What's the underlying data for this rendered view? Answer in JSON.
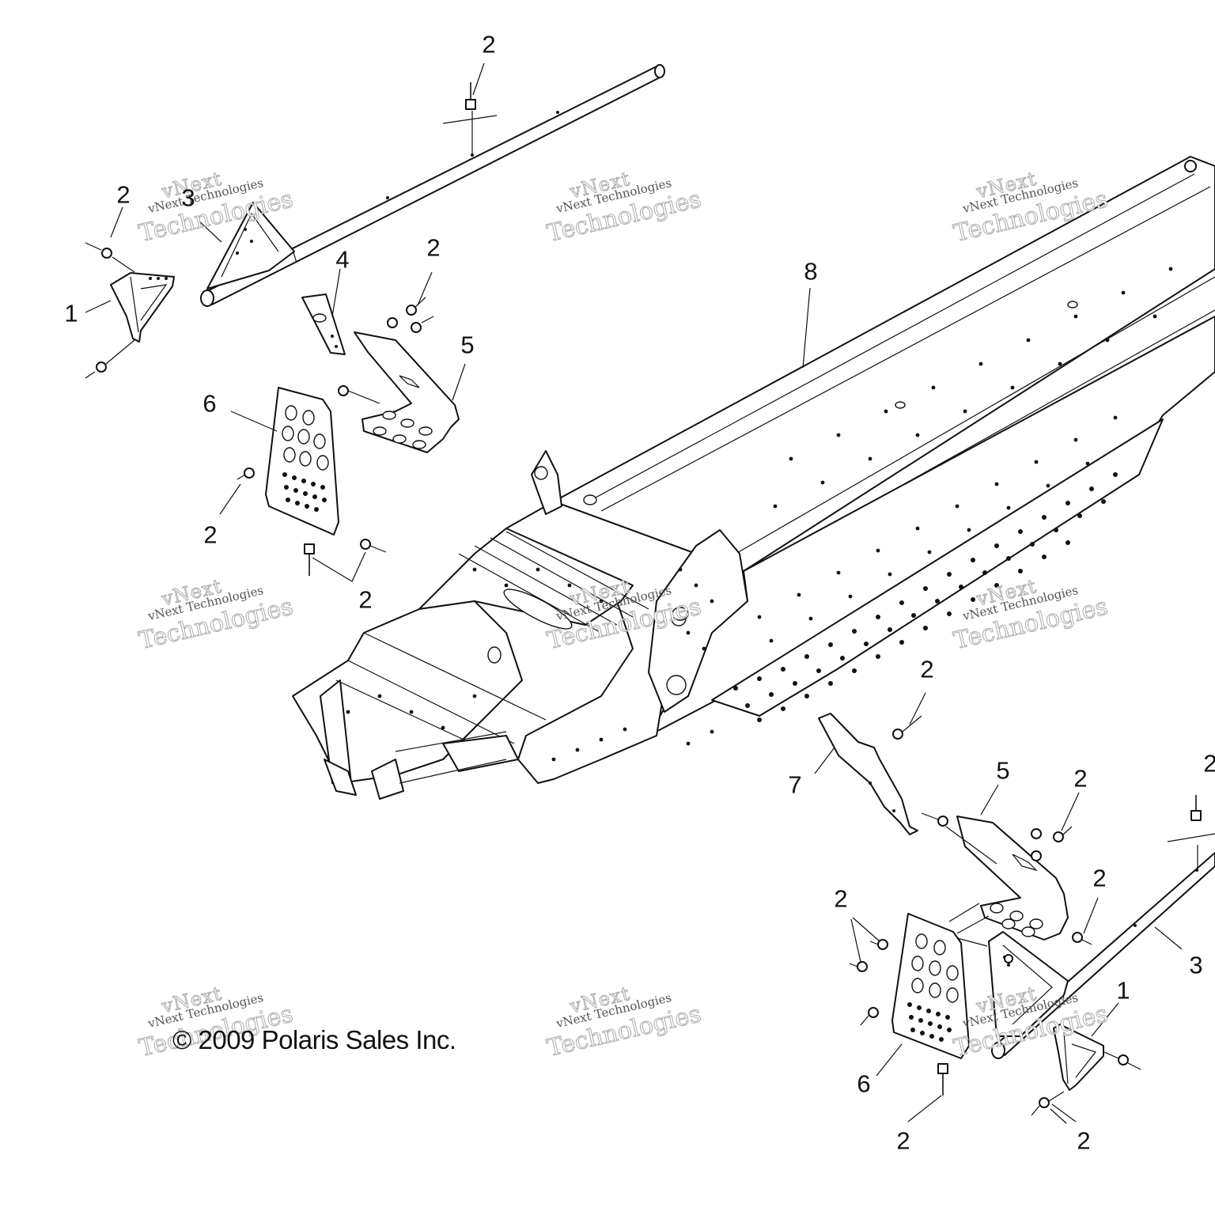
{
  "copyright": "© 2009 Polaris Sales Inc.",
  "watermark": {
    "line1": "vNext",
    "line2": "vNext Technologies",
    "line3": "Technologies"
  },
  "callouts": [
    {
      "id": "c-2-top",
      "text": "2"
    },
    {
      "id": "c-2-left",
      "text": "2"
    },
    {
      "id": "c-3-top",
      "text": "3"
    },
    {
      "id": "c-1-top",
      "text": "1"
    },
    {
      "id": "c-4",
      "text": "4"
    },
    {
      "id": "c-2-mid",
      "text": "2"
    },
    {
      "id": "c-5-top",
      "text": "5"
    },
    {
      "id": "c-6-top",
      "text": "6"
    },
    {
      "id": "c-2-lower-left",
      "text": "2"
    },
    {
      "id": "c-2-lower-mid",
      "text": "2"
    },
    {
      "id": "c-8",
      "text": "8"
    },
    {
      "id": "c-2-right",
      "text": "2"
    },
    {
      "id": "c-7",
      "text": "7"
    },
    {
      "id": "c-5-bottom",
      "text": "5"
    },
    {
      "id": "c-2-br1",
      "text": "2"
    },
    {
      "id": "c-2-br2",
      "text": "2"
    },
    {
      "id": "c-2-br3",
      "text": "2"
    },
    {
      "id": "c-3-bottom",
      "text": "3"
    },
    {
      "id": "c-1-bottom",
      "text": "1"
    },
    {
      "id": "c-6-bottom",
      "text": "6"
    },
    {
      "id": "c-2-bottom1",
      "text": "2"
    },
    {
      "id": "c-2-bottom2",
      "text": "2"
    },
    {
      "id": "c-2-edge",
      "text": "2"
    }
  ]
}
